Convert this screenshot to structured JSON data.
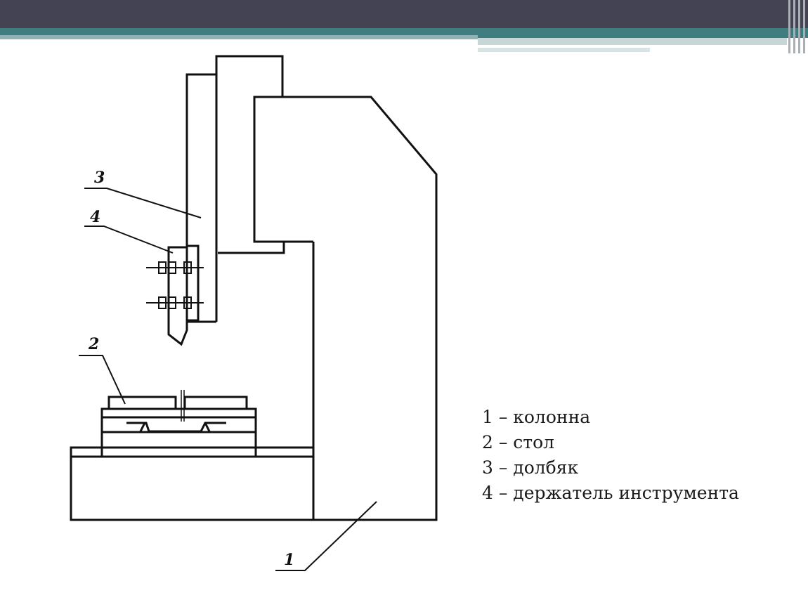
{
  "diagram": {
    "callouts": [
      "1",
      "2",
      "3",
      "4"
    ]
  },
  "legend": {
    "items": [
      "1 – колонна",
      "2 – стол",
      "3 – долбяк",
      "4 – держатель инструмента"
    ]
  }
}
